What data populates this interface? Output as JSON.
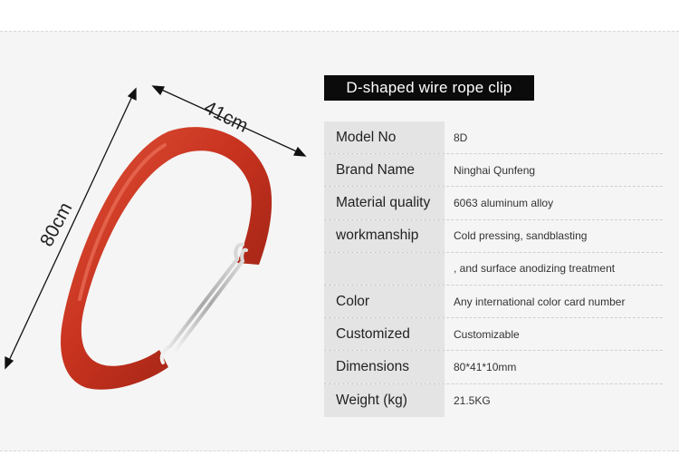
{
  "dimensions": {
    "width_label": "41cm",
    "height_label": "80cm"
  },
  "product": {
    "image_subject": "red aluminum D-shaped carabiner with silver wire gate",
    "body_color": "#c8331f",
    "gate_color": "#c9c9c9"
  },
  "title": "D-shaped wire rope clip",
  "specs": [
    {
      "key": "Model No",
      "value": "8D"
    },
    {
      "key": "Brand Name",
      "value": "Ninghai Qunfeng"
    },
    {
      "key": "Material quality",
      "value": "6063 aluminum alloy"
    },
    {
      "key": "workmanship",
      "value": "Cold pressing, sandblasting"
    },
    {
      "key": "",
      "value": ", and surface anodizing treatment"
    },
    {
      "key": "Color",
      "value": "Any international color card number"
    },
    {
      "key": "Customized",
      "value": "Customizable"
    },
    {
      "key": "Dimensions",
      "value": "80*41*10mm"
    },
    {
      "key": "Weight (kg)",
      "value": "21.5KG"
    }
  ]
}
